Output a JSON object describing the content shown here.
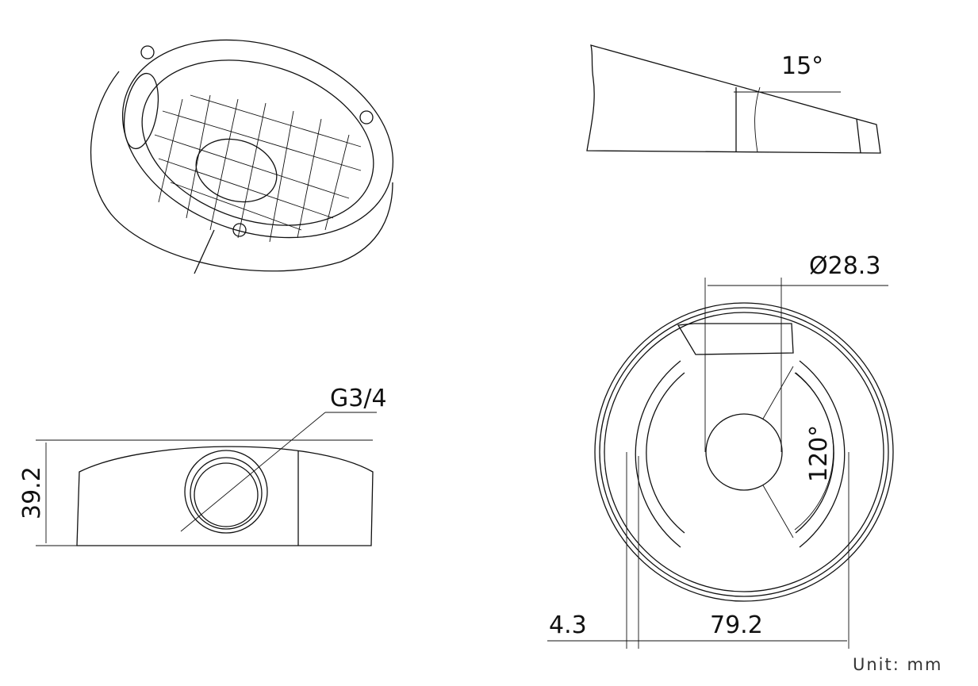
{
  "dimensions": {
    "tilt_angle": "15°",
    "outlet_diameter": "Ø28.3",
    "thread": "G3/4",
    "height": "39.2",
    "slot_angle": "120°",
    "wall": "4.3",
    "diameter": "79.2"
  },
  "unit_label": "Unit:  mm"
}
